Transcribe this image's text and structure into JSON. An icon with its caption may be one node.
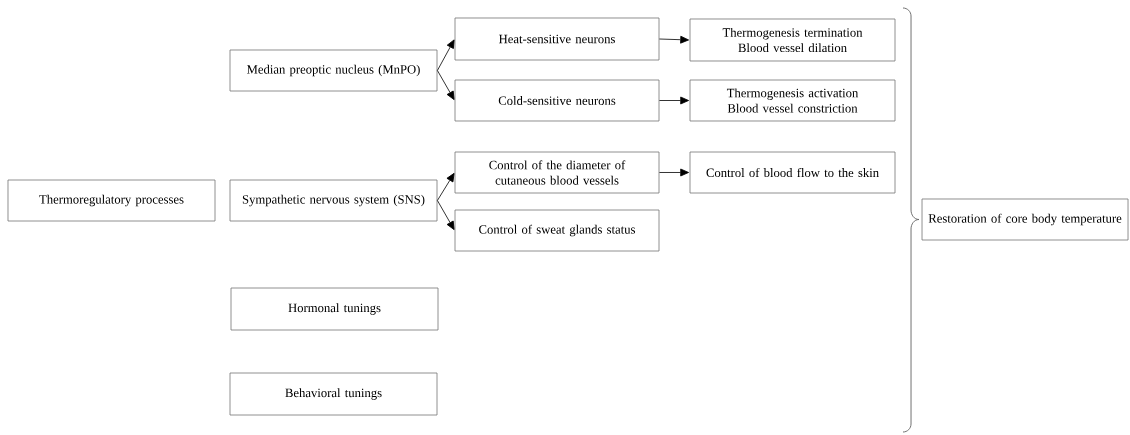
{
  "diagram": {
    "nodes": [
      {
        "text": [
          "Thermoregulatory processes"
        ]
      },
      {
        "text": [
          "Median preoptic nucleus (MnPO)"
        ]
      },
      {
        "text": [
          "Heat-sensitive neurons"
        ]
      },
      {
        "text": [
          "Thermogenesis termination",
          "Blood vessel dilation"
        ]
      },
      {
        "text": [
          "Cold-sensitive neurons"
        ]
      },
      {
        "text": [
          "Thermogenesis activation",
          "Blood vessel constriction"
        ]
      },
      {
        "text": [
          "Sympathetic nervous system (SNS)"
        ]
      },
      {
        "text": [
          "Control of the diameter of cutaneous blood vessels"
        ]
      },
      {
        "text": [
          "Control of blood flow to the skin"
        ]
      },
      {
        "text": [
          "Control of sweat glands status"
        ]
      },
      {
        "text": [
          "Hormonal tunings"
        ]
      },
      {
        "text": [
          "Behavioral tunings"
        ]
      },
      {
        "text": [
          "Restoration of core body temperature"
        ]
      }
    ],
    "edges": [
      {
        "from": 1,
        "to": 2,
        "arrow": "to"
      },
      {
        "from": 1,
        "to": 4,
        "arrow": "to"
      },
      {
        "from": 2,
        "to": 3,
        "arrow": "to"
      },
      {
        "from": 4,
        "to": 5,
        "arrow": "to"
      },
      {
        "from": 6,
        "to": 7,
        "arrow": "to"
      },
      {
        "from": 6,
        "to": 9,
        "arrow": "to"
      },
      {
        "from": 7,
        "to": 8,
        "arrow": "to"
      }
    ]
  }
}
